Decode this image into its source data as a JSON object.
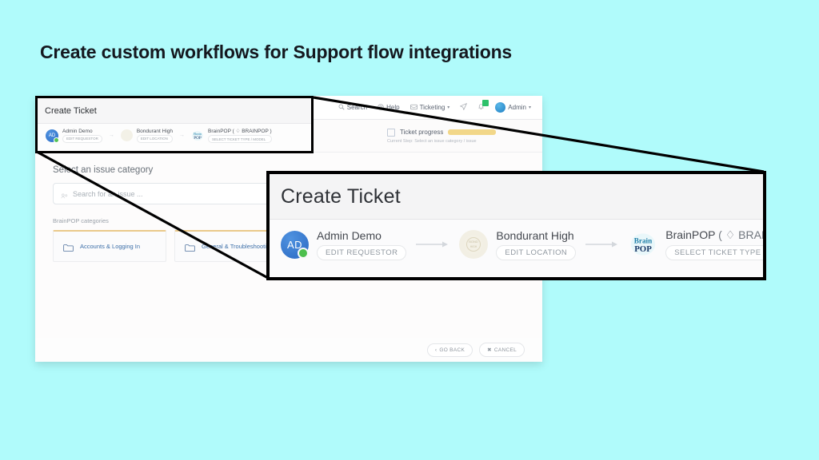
{
  "slide": {
    "title": "Create custom workflows for Support flow integrations",
    "background_color": "#b0fbfb"
  },
  "app_window": {
    "nav": {
      "search_label": "Search",
      "search_icon": "search-icon",
      "help_label": "Help",
      "help_icon": "lifebuoy-icon",
      "ticketing_label": "Ticketing",
      "ticketing_icon": "inbox-icon",
      "ticketing_caret": "▾",
      "send_icon": "paper-plane-icon",
      "bell_icon": "bell-icon",
      "bell_badge_color": "#2ec16b",
      "account_label": "Admin",
      "account_caret": "▾",
      "avatar_icon": "user-avatar-icon"
    },
    "progress": {
      "icon": "clipboard-icon",
      "label": "Ticket progress",
      "bar_color": "#f2d789",
      "substep": "Current Step: Select an issue category / issue"
    },
    "content": {
      "section_title": "Select an issue category",
      "search_placeholder": "Search for an issue ...",
      "search_icon": "issue-search-icon",
      "categories_label": "BrainPOP categories",
      "categories": [
        {
          "icon": "folder-icon",
          "label": "Accounts & Logging In"
        },
        {
          "icon": "folder-icon",
          "label": "General & Troubleshooting"
        }
      ]
    },
    "footer": {
      "buttons": [
        {
          "icon": "‹",
          "label": "GO BACK"
        },
        {
          "icon": "✖",
          "label": "CANCEL"
        }
      ]
    }
  },
  "source_callout": {
    "header_title": "Create Ticket",
    "steps": [
      {
        "avatar_initials": "AD",
        "name": "Admin Demo",
        "action": "EDIT REQUESTOR"
      },
      {
        "avatar_initials": "",
        "name": "Bondurant High",
        "action": "EDIT LOCATION"
      },
      {
        "avatar_initials": "",
        "name": "BrainPOP ( ♢ BRAINPOP )",
        "action": "SELECT TICKET TYPE / MODEL"
      }
    ],
    "arrow": "→"
  },
  "zoom_callout": {
    "header_title": "Create Ticket",
    "arrow": "→",
    "steps": [
      {
        "id": "requestor",
        "avatar_initials": "AD",
        "avatar_type": "initials-avatar",
        "status_dot_color": "#4dbf4d",
        "name": "Admin Demo",
        "name_suffix": "",
        "action": "EDIT REQUESTOR"
      },
      {
        "id": "location",
        "avatar_initials": "",
        "avatar_type": "school-crest-icon",
        "status_dot_color": "",
        "name": "Bondurant High",
        "name_suffix": "",
        "action": "EDIT LOCATION"
      },
      {
        "id": "ticket-type",
        "avatar_initials": "",
        "avatar_type": "brainpop-logo-icon",
        "status_dot_color": "",
        "name": "BrainPOP",
        "name_suffix": "( ♢ BRAINPOP )",
        "action": "SELECT TICKET TYPE / MODEL"
      }
    ]
  }
}
